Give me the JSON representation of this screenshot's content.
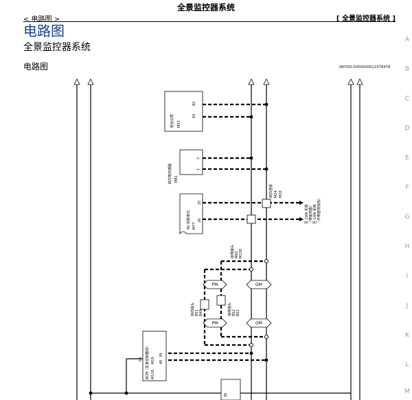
{
  "header": {
    "title": "全景监控器系统",
    "breadcrumb": "< 电路图 >",
    "section_tag": "[ 全景监控器系统 ]"
  },
  "page": {
    "heading": "电路图",
    "subheading": "全景监控器系统",
    "section_label": "电路图",
    "ref_code": "INFOID:0000000012578478"
  },
  "side_index": [
    "A",
    "B",
    "C",
    "D",
    "E",
    "F",
    "G",
    "H",
    "I",
    "J",
    "K",
    "L",
    "M"
  ],
  "diagram": {
    "components": [
      {
        "id": "combination-meter",
        "label": "组合仪表",
        "code": "M53",
        "pins": [
          "82",
          "83"
        ]
      },
      {
        "id": "steering-angle-sensor",
        "label": "转向角传感器",
        "code": "M81",
        "pins": [
          "2",
          "1"
        ]
      },
      {
        "id": "av-control-unit",
        "label": "AV 控制单元",
        "code": "M77",
        "pins": [
          "25",
          "26"
        ]
      },
      {
        "id": "bcm",
        "label": "BCM（车身控制模块）",
        "codes": [
          "M118",
          "M19"
        ],
        "pins": [
          "39",
          "40",
          "58"
        ]
      }
    ],
    "connectors": [
      {
        "id": "junction-m24",
        "label": "转向连接",
        "sub": "M24",
        "code": "M10"
      },
      {
        "id": "relay-m62",
        "label": "继电接头",
        "sub": "M62",
        "code": "M130"
      },
      {
        "id": "relay-b51",
        "label": "转向接头",
        "sub": "B51",
        "code": "B49"
      },
      {
        "id": "relay-b52",
        "label": "继电接头",
        "sub": "B52",
        "code": "B52"
      }
    ],
    "can_notes": [
      "至 CAN 系统",
      "（带座椅套）",
      "至 CAN 系统",
      "（不带座椅加热）"
    ],
    "bus_labels": {
      "pm_top": "PM",
      "om_top": "OM",
      "pm_bottom": "PM",
      "om_bottom": "OM"
    },
    "bottom_pin": "30"
  }
}
